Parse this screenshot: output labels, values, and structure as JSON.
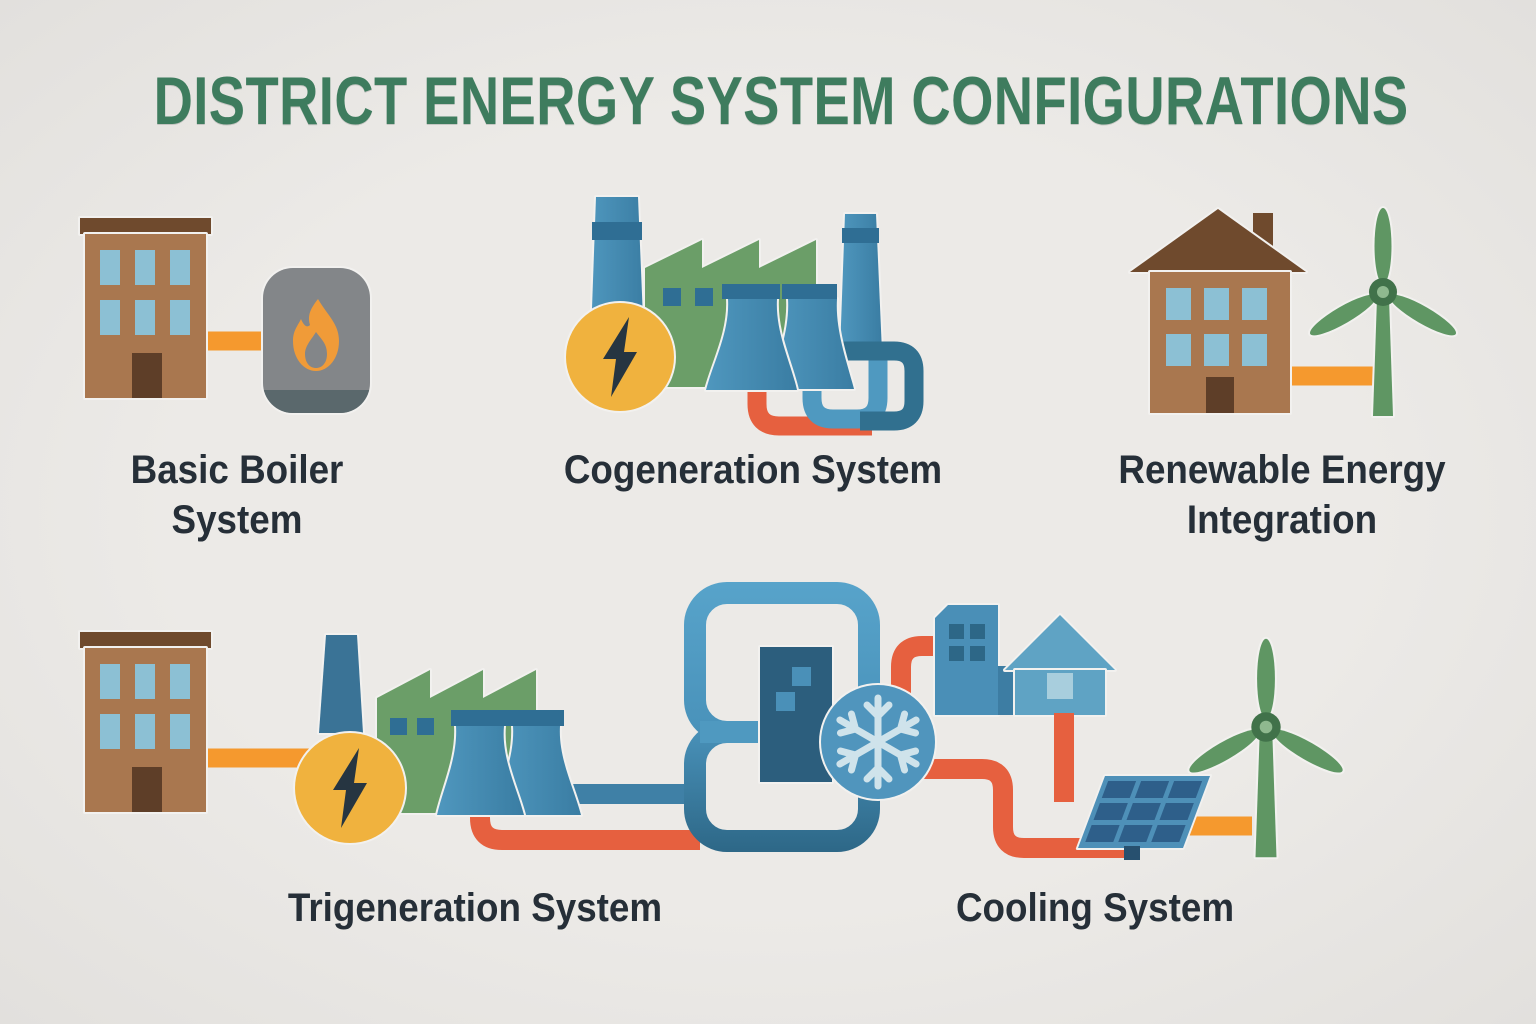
{
  "title": "DISTRICT ENERGY SYSTEM CONFIGURATIONS",
  "labels": {
    "basic_boiler": "Basic Boiler System",
    "cogeneration": "Cogeneration System",
    "renewable": "Renewable Energy Integration",
    "trigeneration": "Trigeneration System",
    "cooling": "Cooling System"
  },
  "systems": [
    {
      "name": "basic-boiler-system",
      "label": "Basic Boiler System",
      "icons": [
        "apartment-building-icon",
        "heat-pipe",
        "boiler-icon",
        "flame-icon"
      ]
    },
    {
      "name": "cogeneration-system",
      "label": "Cogeneration System",
      "icons": [
        "smokestack-icon",
        "factory-icon",
        "cooling-tower-icon",
        "electricity-icon",
        "lightning-bolt-icon",
        "heat-loop-pipes"
      ]
    },
    {
      "name": "renewable-energy-integration",
      "label": "Renewable Energy Integration",
      "icons": [
        "house-icon",
        "heat-pipe",
        "wind-turbine-icon"
      ]
    },
    {
      "name": "trigeneration-system",
      "label": "Trigeneration System",
      "icons": [
        "apartment-building-icon",
        "electricity-icon",
        "smokestack-icon",
        "factory-icon",
        "cooling-tower-icon",
        "district-loop-pipes"
      ]
    },
    {
      "name": "cooling-system",
      "label": "Cooling System",
      "icons": [
        "chiller-snowflake-icon",
        "office-building-icon",
        "blue-house-icon",
        "solar-panel-icon",
        "wind-turbine-icon",
        "chilled-water-pipes"
      ]
    }
  ],
  "palette": {
    "bg": "#ECEAE7",
    "bg_edge": "#E2E0DD",
    "title_green": "#3E7C5E",
    "label_dark": "#262F38",
    "brown": "#A9774F",
    "brown_dark": "#6F4A2D",
    "door_brown": "#5E3E28",
    "window_blue": "#8CC0D4",
    "orange": "#F5992E",
    "boiler_gray": "#838689",
    "boiler_band": "#5A686C",
    "steel_blue": "#4589AE",
    "steel_blue_dark": "#2F6E94",
    "chimney_dark": "#3A7396",
    "factory_green": "#6B9E68",
    "turbine_green": "#5F9663",
    "turbine_hub": "#41724A",
    "yellow": "#F0B23E",
    "bolt_dark": "#263541",
    "red": "#E6603F",
    "pipe_blue_light": "#4F99C0",
    "pipe_blue_dark": "#2B6483",
    "pipe_blue_mid": "#3F80A6",
    "navy_building": "#2C5E7D",
    "navy_building_window": "#4A90B8",
    "city_blue": "#4A8FB7",
    "city_window": "#2D6787",
    "annex_blue": "#3D7DA3",
    "house_blue": "#5FA3C4",
    "house_window": "#A8CEDD",
    "snow_circle": "#5095BD",
    "snowflake": "#CFE3EB",
    "solar_cell": "#2E5F8A",
    "solar_frame": "#4E90B8",
    "solar_stand": "#27506F"
  }
}
